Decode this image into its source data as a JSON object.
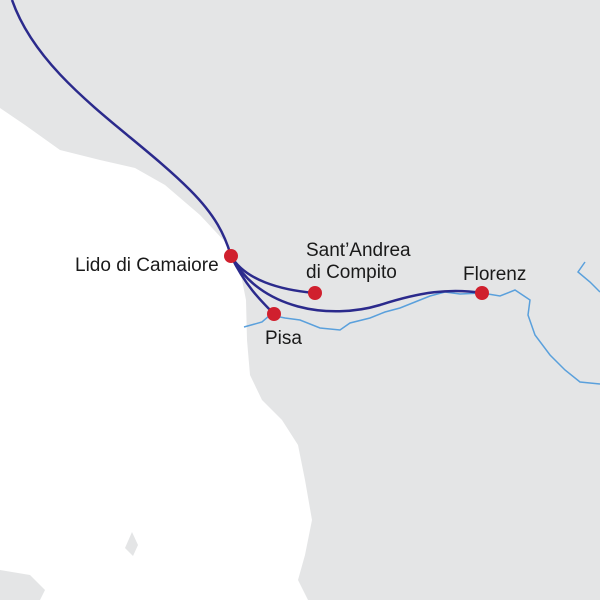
{
  "colors": {
    "land": "#e4e5e6",
    "sea": "#ffffff",
    "route": "#2b2a8c",
    "river": "#5aa0dc",
    "city": "#d0202e"
  },
  "cities": [
    {
      "name": "Lido di Camaiore"
    },
    {
      "name": "Sant’Andrea",
      "name2": "di Compito"
    },
    {
      "name": "Florenz"
    },
    {
      "name": "Pisa"
    }
  ]
}
